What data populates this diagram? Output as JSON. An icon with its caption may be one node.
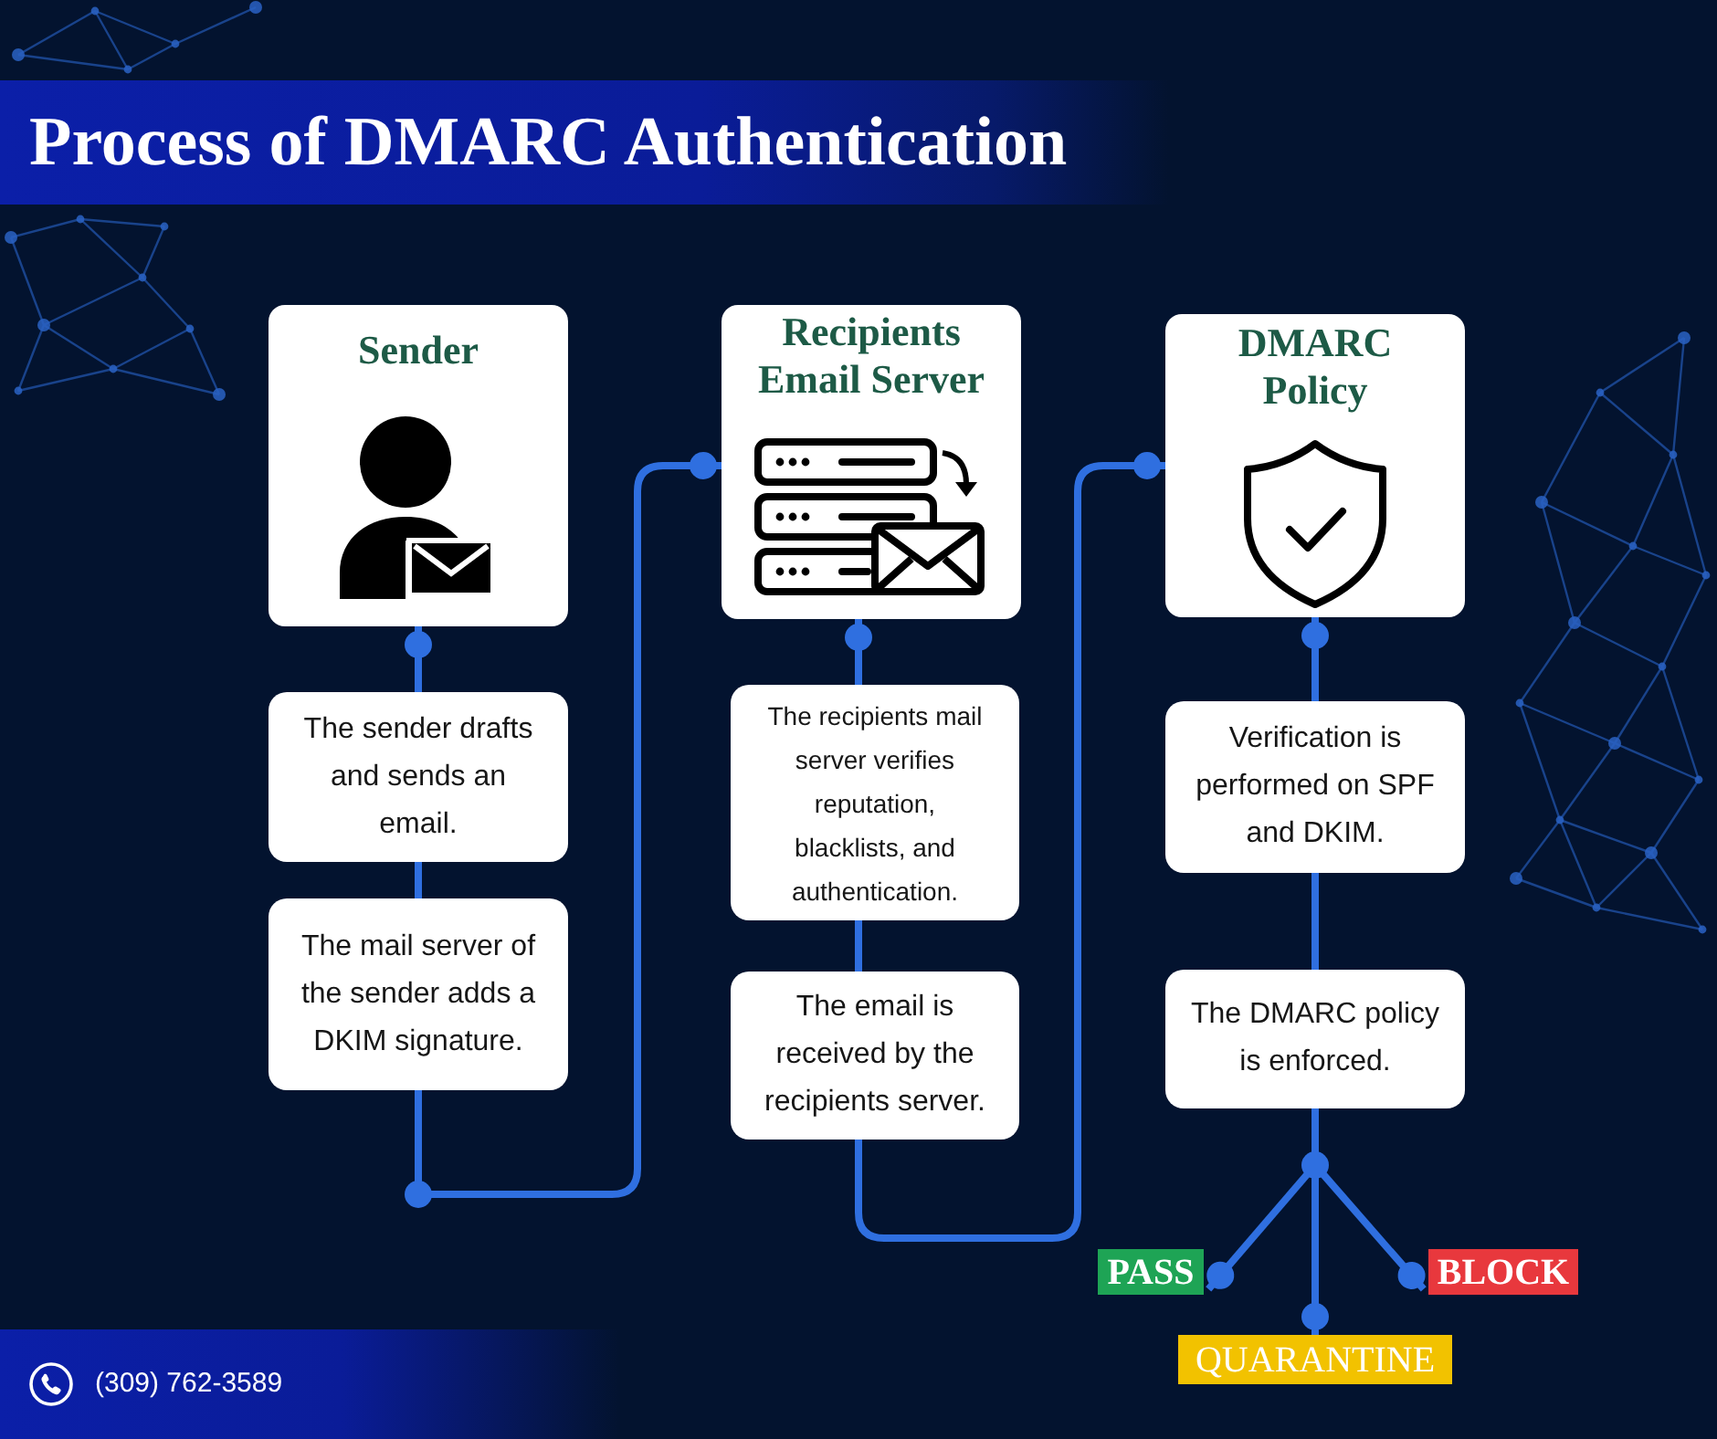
{
  "diagram": {
    "title": "Process of DMARC Authentication",
    "nodes": [
      {
        "text": [
          "Sender"
        ]
      },
      {
        "text": [
          "The sender drafts and sends an email."
        ]
      },
      {
        "text": [
          "The mail server of the sender adds a DKIM signature."
        ]
      },
      {
        "text": [
          "Recipients Email Server"
        ]
      },
      {
        "text": [
          "The recipients mail server verifies reputation, blacklists, and authentication."
        ]
      },
      {
        "text": [
          "The email is received by the recipients server."
        ]
      },
      {
        "text": [
          "DMARC Policy"
        ]
      },
      {
        "text": [
          "Verification is performed on SPF and DKIM."
        ]
      },
      {
        "text": [
          "The DMARC policy is enforced."
        ]
      },
      {
        "text": [
          "PASS"
        ]
      },
      {
        "text": [
          "QUARANTINE"
        ]
      },
      {
        "text": [
          "BLOCK"
        ]
      }
    ],
    "edges": [
      {
        "from": 0,
        "to": 1,
        "arrow": "other"
      },
      {
        "from": 1,
        "to": 2,
        "arrow": "none"
      },
      {
        "from": 2,
        "to": 3,
        "arrow": "other"
      },
      {
        "from": 3,
        "to": 4,
        "arrow": "other"
      },
      {
        "from": 4,
        "to": 5,
        "arrow": "none"
      },
      {
        "from": 5,
        "to": 6,
        "arrow": "other"
      },
      {
        "from": 6,
        "to": 7,
        "arrow": "other"
      },
      {
        "from": 7,
        "to": 8,
        "arrow": "none"
      },
      {
        "from": 8,
        "to": 9,
        "arrow": "other"
      },
      {
        "from": 8,
        "to": 10,
        "arrow": "other"
      },
      {
        "from": 8,
        "to": 11,
        "arrow": "other"
      }
    ],
    "labels": [
      "(309) 762-3589"
    ]
  }
}
